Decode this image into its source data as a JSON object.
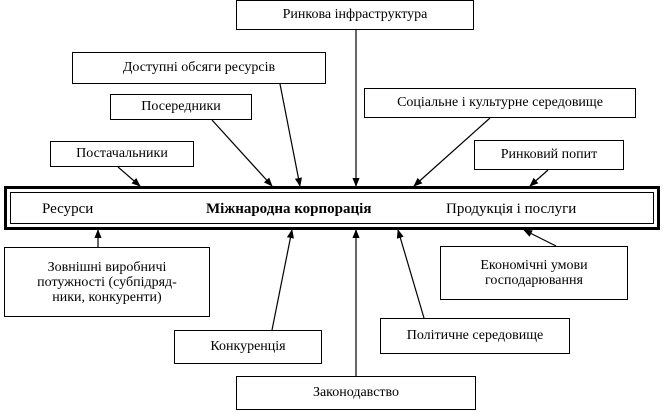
{
  "center": {
    "title": "Міжнародна корпорація",
    "input": "Ресурси",
    "output": "Продукція і послуги"
  },
  "factors_above": {
    "market_infrastructure": "Ринкова інфраструктура",
    "available_resources": "Доступні обсяги ресурсів",
    "intermediaries": "Посередники",
    "suppliers": "Постачальники",
    "social_cultural": "Соціальне і культурне середовище",
    "market_demand": "Ринковий попит"
  },
  "factors_below": {
    "external_capacity": [
      "Зовнішні виробничі",
      "потужності (субпідряд-",
      "ники, конкуренти)"
    ],
    "competition": "Конкуренція",
    "legislation": "Законодавство",
    "political_environment": "Політичне середовище",
    "economic_conditions": [
      "Економічні умови",
      "господарювання"
    ]
  },
  "colors": {
    "line": "#000000",
    "background": "#ffffff"
  }
}
